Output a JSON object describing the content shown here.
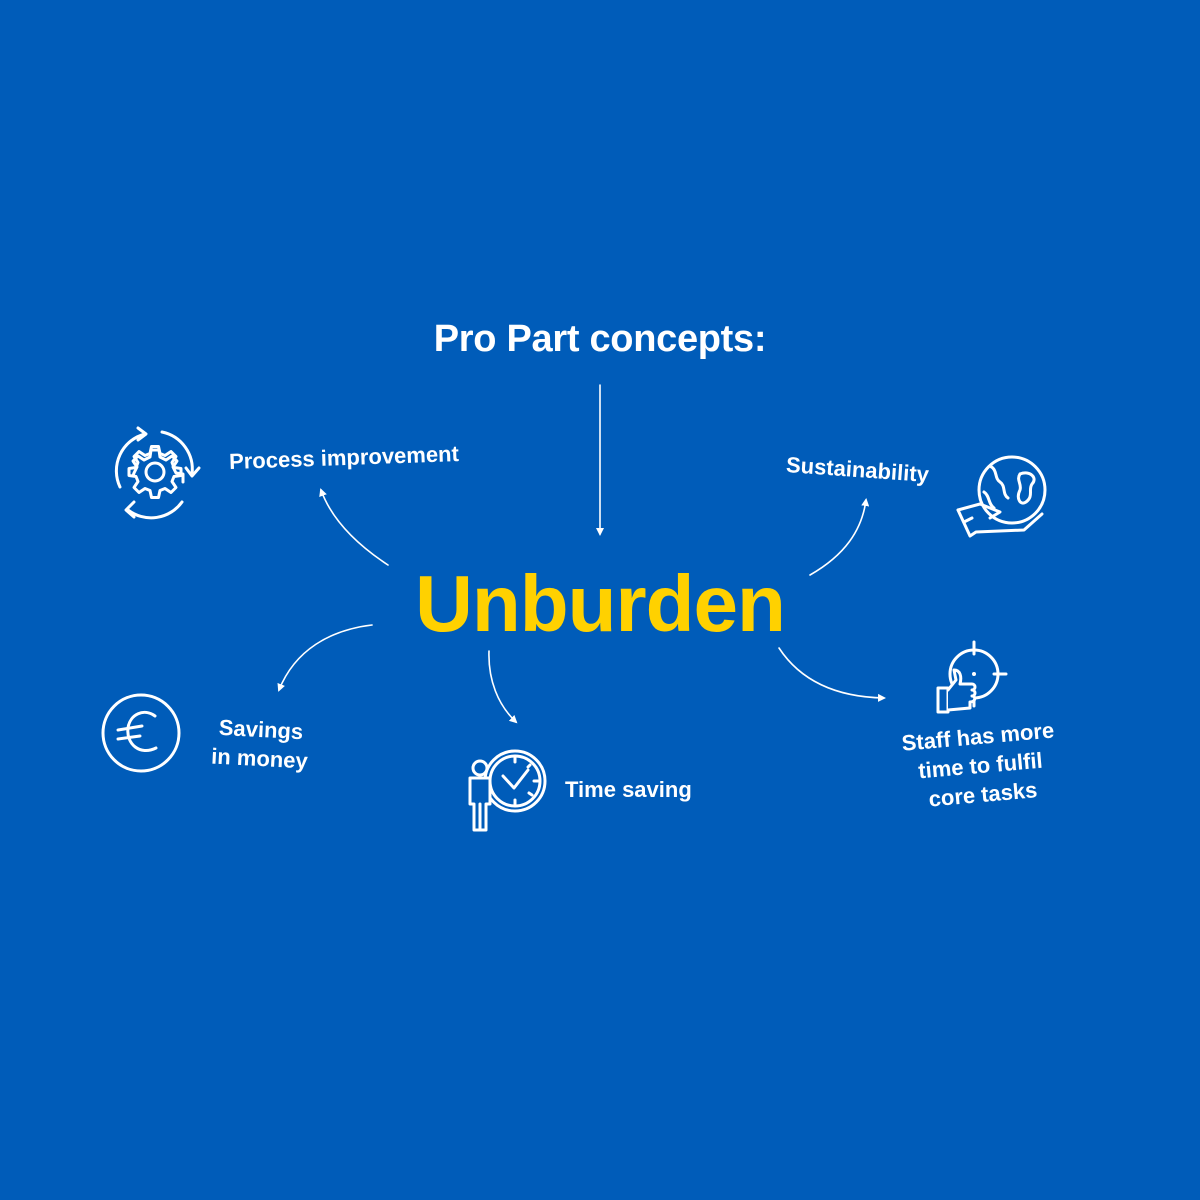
{
  "colors": {
    "background": "#005cb9",
    "text": "#ffffff",
    "accent": "#ffd100"
  },
  "header": {
    "title": "Pro Part concepts:"
  },
  "center": {
    "label": "Unburden"
  },
  "concepts": [
    {
      "id": "process",
      "label": "Process improvement",
      "icon": "gear-cycle-icon"
    },
    {
      "id": "sustainability",
      "label": "Sustainability",
      "icon": "globe-in-hand-icon"
    },
    {
      "id": "savings",
      "label_line1": "Savings",
      "label_line2": "in money",
      "icon": "euro-icon"
    },
    {
      "id": "time",
      "label": "Time saving",
      "icon": "person-clock-icon"
    },
    {
      "id": "staff",
      "label_line1": "Staff has more",
      "label_line2": "time to fulfil",
      "label_line3": "core tasks",
      "icon": "target-thumbs-up-icon"
    }
  ]
}
